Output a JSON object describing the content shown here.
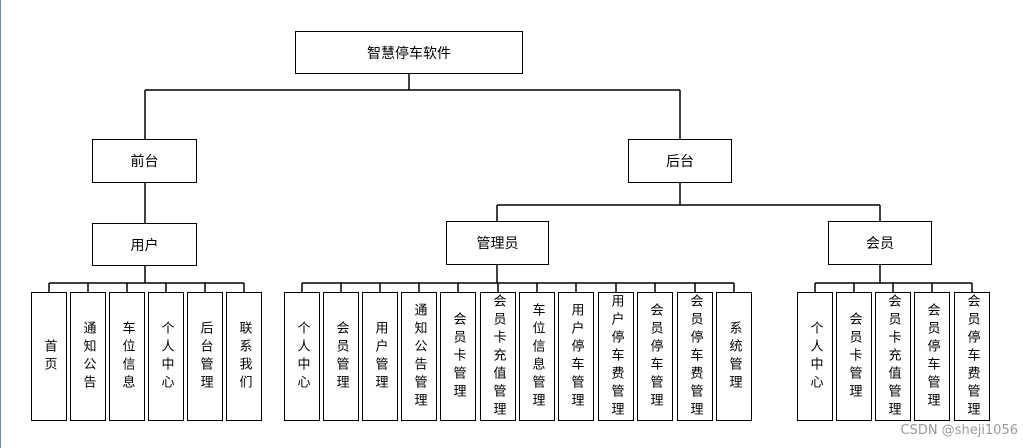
{
  "root": {
    "label": "智慧停车软件"
  },
  "frontend": {
    "label": "前台",
    "user": {
      "label": "用户",
      "items": [
        "首页",
        "通知公告",
        "车位信息",
        "个人中心",
        "后台管理",
        "联系我们"
      ]
    }
  },
  "backend": {
    "label": "后台",
    "admin": {
      "label": "管理员",
      "items": [
        "个人中心",
        "会员管理",
        "用户管理",
        "通知公告管理",
        "会员卡管理",
        "会员卡充值管理",
        "车位信息管理",
        "用户停车管理",
        "用户停车费管理",
        "会员停车管理",
        "会员停车费管理",
        "系统管理"
      ]
    },
    "member": {
      "label": "会员",
      "items": [
        "个人中心",
        "会员卡管理",
        "会员卡充值管理",
        "会员停车管理",
        "会员停车费管理"
      ]
    }
  },
  "watermark": "CSDN @sheji1056"
}
